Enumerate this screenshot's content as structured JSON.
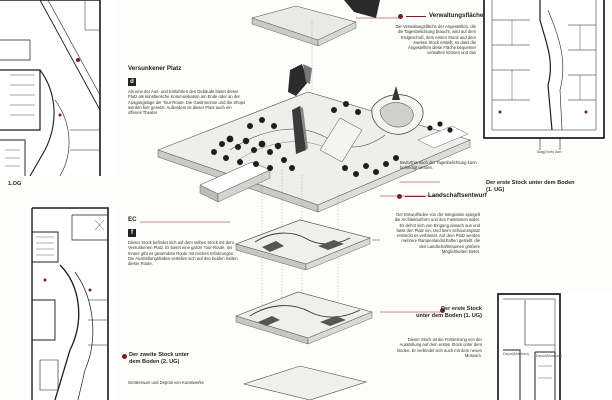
{
  "labels": {
    "verwaltung": {
      "title": "Verwaltungsfläche",
      "text": "Die Verwaltungsfläche der Angestellten, die die Tagesbelichtung braucht, wird auf dem Erdgeschoß, dem ersten Stock und dem zweiten Stock erstellt, so dass die Angestellten diese Fläche bequemer verwalten können und das"
    },
    "versunken": {
      "title": "Versunkener Platz",
      "badge": "d",
      "text": "Als eine der Aus- und Einfahrten des Gebäude bietet dieser Platz als künstlerische Kommunikation am Ende oder an der Ausgangslage der Tour-Route. Die Gastronomie und die Shops werden hier gesetzt. Außerdem ist dieser Platz auch ein offenes Theater."
    },
    "bodennis": {
      "text": "Bedürfnis nach der Tagesbelichtung kann befriedigt werden."
    },
    "landschaft": {
      "title": "Landschaftsentwurf",
      "text": "Der Entwurfsidee von der Integration spiegelt die Architekturform und den Funktionen wider. Es dehnt sich von Eingang danach aus und fasst den Platz ein. Und beim Schaurumplatz erstreckt es verbreitet. Auf dem Platz werden mehrere Rampenlandschaften gestellt, die den Landschaftsraumen größere Möglichkeiten bietet."
    },
    "ec": {
      "title": "EC",
      "badge": "f",
      "text": "Dieser Stock befindet sich auf dem selben Stock mit dem Versunkenen Platz. Er bietet eine ganze Tour-Route. Ins Innere gibt es gewendete Route mit reichen Erfahrungen. Die Ausstellungshallen verteilen sich auf den beiden Seiten dieser Route."
    },
    "erste_ug": {
      "title_line1": "Der erste Stock",
      "title_line2": "unter dem Boden  (1. UG)",
      "text": "Dieser Stock ist die Fortsetzung von der Ausstellung auf dem ersten Stock unter dem Boden. Er verbindet sich auch mit dem neuen Museum."
    },
    "zweite_ug": {
      "title_line1": "Der zweite Stock unter",
      "title_line2": "dem Boden  (2. UG)",
      "text": "Geräteraum und Depots von Kunstwerks"
    }
  },
  "plans": {
    "og_label": "1.OG",
    "ug1_label_line1": "Der erste Stock unter dem Boden",
    "ug1_label_line2": "(1. UG)",
    "ug1_room_caption": "Drag(Vorh) Atm",
    "bottom_room_caption_a": "Depot(Museum)",
    "bottom_room_caption_b": "Depot(Museum)"
  },
  "colors": {
    "accent": "#7a1f24",
    "ink": "#222222",
    "wall": "#1c1c1c",
    "model": "#e9e9e6",
    "model_shade": "#c9c9c5",
    "tree": "#1e1e1e"
  }
}
